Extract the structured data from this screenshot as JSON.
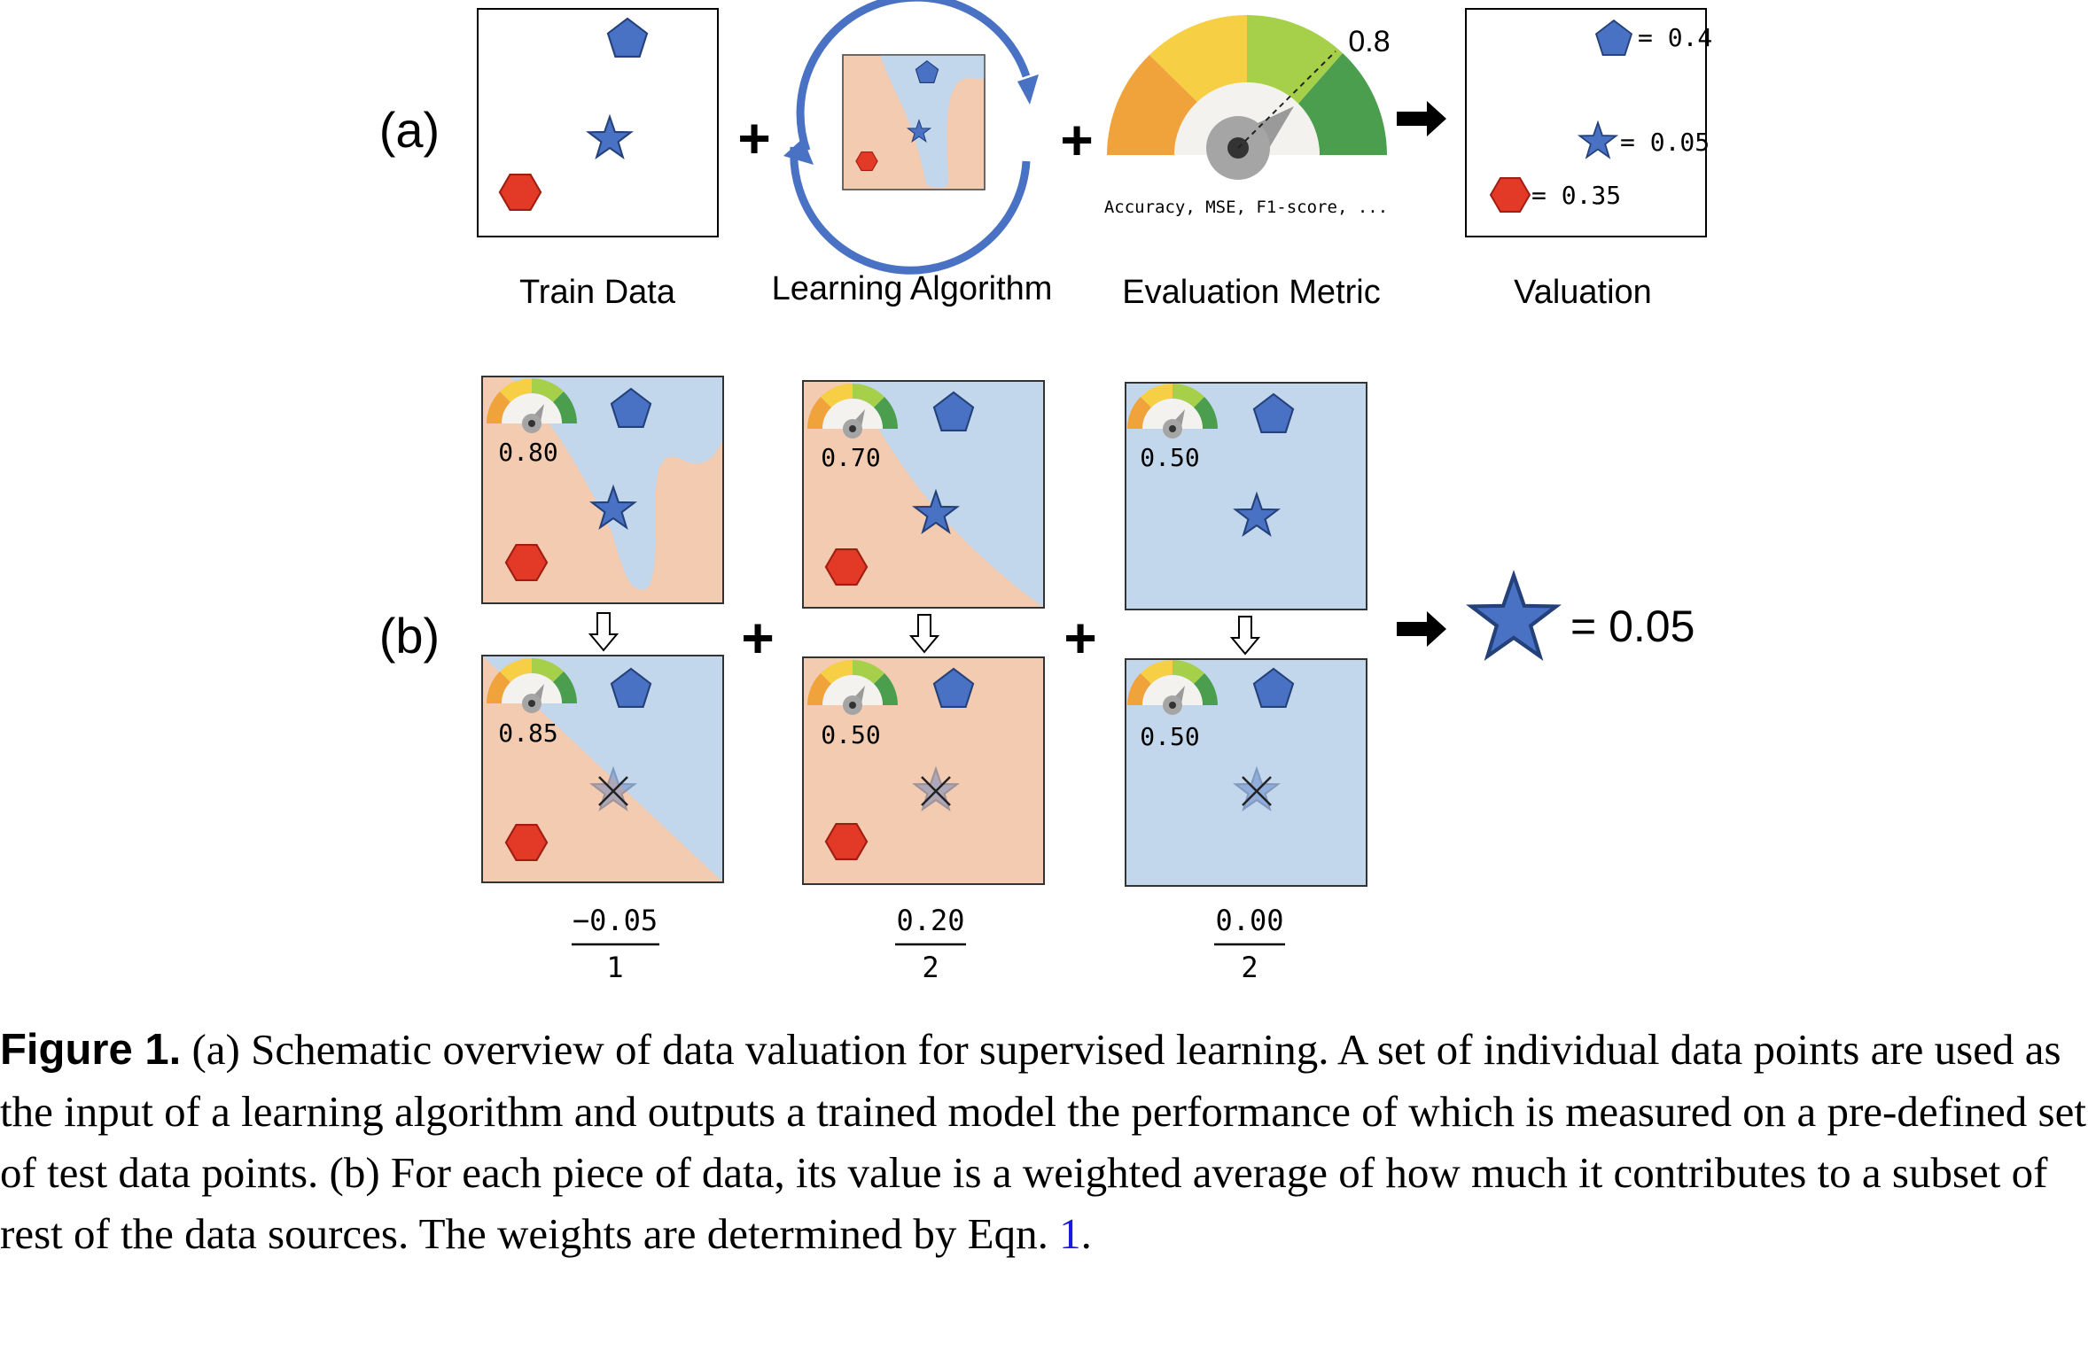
{
  "panel_a": {
    "label": "(a)",
    "plus_1": "+",
    "plus_2": "+",
    "titles": {
      "train": "Train Data",
      "algorithm": "Learning Algorithm",
      "metric": "Evaluation Metric",
      "valuation": "Valuation"
    },
    "gauge_value": "0.8",
    "metric_caption": "Accuracy, MSE, F1-score, ...",
    "valuation_items": {
      "pentagon": "= 0.4",
      "star": "= 0.05",
      "hexagon": "= 0.35"
    }
  },
  "panel_b": {
    "label": "(b)",
    "plus_1": "+",
    "plus_2": "+",
    "result": "= 0.05",
    "columns": [
      {
        "top_score": "0.80",
        "bottom_score": "0.85",
        "numerator": "−0.05",
        "denominator": "1"
      },
      {
        "top_score": "0.70",
        "bottom_score": "0.50",
        "numerator": "0.20",
        "denominator": "2"
      },
      {
        "top_score": "0.50",
        "bottom_score": "0.50",
        "numerator": "0.00",
        "denominator": "2"
      }
    ]
  },
  "caption": {
    "label": "Figure 1.",
    "text": " (a) Schematic overview of data valuation for supervised learning. A set of individual data points are used as the input of a learning algorithm and outputs a trained model the performance of which is measured on a pre-defined set of test data points. (b) For each piece of data, its value is a weighted average of how much it contributes to a subset of rest of the data sources. The weights are determined by Eqn. ",
    "eqn_ref": "1",
    "end": "."
  },
  "colors": {
    "blue_shape": "#4a72c4",
    "red_shape": "#e23a26",
    "blue_region": "#c2d6ec",
    "orange_region": "#f2cbb0",
    "arrow_blue": "#4a72c4"
  }
}
